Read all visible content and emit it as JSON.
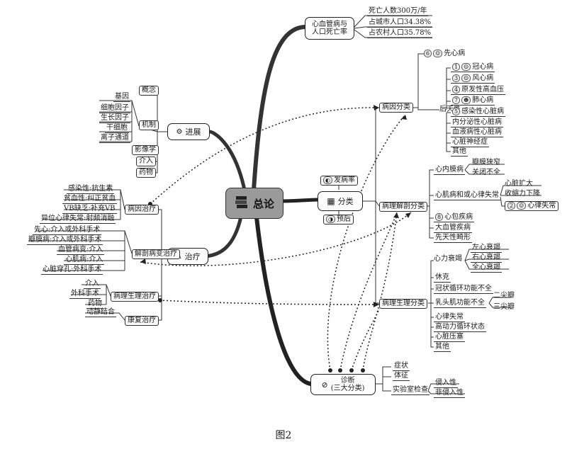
{
  "center": {
    "label": "总论",
    "icon": "books-icon"
  },
  "mortality": {
    "label": "心血管病与\n人口死亡率",
    "items": [
      "死亡人数300万/年",
      "占城市人口34.38%",
      "占农村人口35.78%"
    ]
  },
  "progress": {
    "label": "进展",
    "concept": "概念",
    "mechanism": "机制",
    "mechanism_items": [
      "基因",
      "细胞因子",
      "生长因子",
      "干细胞",
      "离子通道"
    ],
    "others": [
      "影像学",
      "介入",
      "药物"
    ]
  },
  "classification": {
    "label": "分类",
    "incidence": "发病率",
    "prognosis": "预后",
    "etiology": {
      "label": "病因分类",
      "congenital": "先心病",
      "acquired": "后天性",
      "acquired_items": [
        "冠心病",
        "风心病",
        "原发性高血压",
        "肺心病",
        "感染性心脏病",
        "内分泌性心脏病",
        "血液病性心脏病",
        "心脏神经症",
        "其他"
      ],
      "badges": [
        "6",
        "1",
        "3",
        "4",
        "7",
        "5"
      ]
    },
    "anatomy": {
      "label": "病理解剖分类",
      "endocardial": "心内膜病",
      "endocardial_items": [
        "瓣膜狭窄",
        "关闭不全"
      ],
      "myocardial": "心肌病和或心律失常",
      "myocardial_items": [
        "心脏扩大",
        "收缩力下降"
      ],
      "arrhythmia": "心律失常",
      "arrhythmia_badge": "2",
      "pericardial": "心包疾病",
      "pericardial_badge": "8",
      "vessel": "大血管疾病",
      "malformation": "先天性畸形"
    },
    "physiology": {
      "label": "病理生理分类",
      "heart_failure": "心力衰竭",
      "hf_items": [
        "左心衰竭",
        "右心衰竭",
        "全心衰竭"
      ],
      "shock": "休克",
      "coronary": "冠状循环功能不全",
      "papillary": "乳头肌功能不全",
      "papillary_items": [
        "二尖瓣",
        "三尖瓣"
      ],
      "others": [
        "心律失常",
        "高动力循环状态",
        "心脏压塞",
        "其他"
      ]
    }
  },
  "treatment": {
    "label": "治疗",
    "etiology": {
      "label": "病因治疗",
      "items": [
        "感染性:抗生素",
        "贫血性:纠正贫血",
        "VB缺乏:补充VB",
        "异位心律失常:射频消融"
      ]
    },
    "anatomy": {
      "label": "解剖病变治疗",
      "items": [
        "先心:介入或外科手术",
        "瓣膜病:介入或外科手术",
        "血管病变:介入",
        "心肌病:介入",
        "心脏穿孔:外科手术"
      ]
    },
    "physiology": {
      "label": "病理生理治疗",
      "items": [
        "介入",
        "外科手术",
        "药物"
      ]
    },
    "rehab": {
      "label": "康复治疗",
      "items": [
        "动静结合"
      ]
    }
  },
  "diagnosis": {
    "label": "诊断\n(三大分类)",
    "items": [
      "症状",
      "体征",
      "实验室检查"
    ],
    "lab_items": [
      "侵入性",
      "非侵入性"
    ]
  },
  "caption": "图2"
}
